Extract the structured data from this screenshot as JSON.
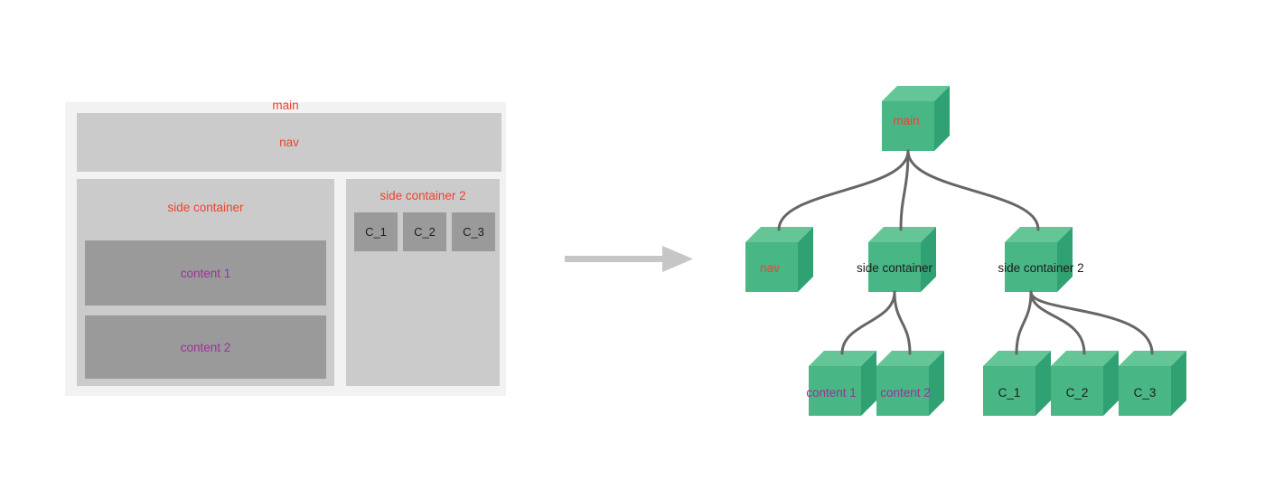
{
  "wireframe": {
    "main": "main",
    "nav": "nav",
    "side_container": "side container",
    "content_1": "content 1",
    "content_2": "content 2",
    "side_container_2": "side container 2",
    "c_1": "C_1",
    "c_2": "C_2",
    "c_3": "C_3"
  },
  "tree": {
    "nodes": {
      "main": "main",
      "nav": "nav",
      "side_container": "side container",
      "side_container_2": "side container 2",
      "content_1": "content 1",
      "content_2": "content 2",
      "c_1": "C_1",
      "c_2": "C_2",
      "c_3": "C_3"
    },
    "hierarchy": {
      "main": {
        "nav": {},
        "side container": {
          "content 1": {},
          "content 2": {}
        },
        "side container 2": {
          "C_1": {},
          "C_2": {},
          "C_3": {}
        }
      }
    }
  },
  "colors": {
    "label_red": "#f0422f",
    "label_purple": "#993399",
    "label_black": "#1d1d1d",
    "outer_box_gray": "#f2f2f2",
    "panel_gray": "#cbcbcb",
    "inner_box_gray": "#9a9a9a",
    "cube_top": "#64c696",
    "cube_front": "#48b685",
    "cube_right": "#2fa173",
    "edge_gray": "#666666",
    "arrow_gray": "#c6c6c6"
  }
}
